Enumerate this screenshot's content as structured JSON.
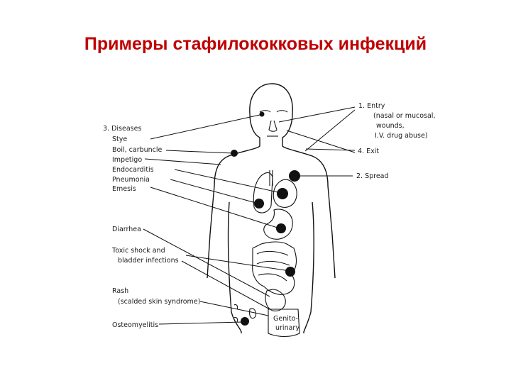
{
  "title": "Примеры стафилококковых инфекций",
  "colors": {
    "title": "#c00000",
    "ink": "#111111"
  },
  "diagram": {
    "right_labels": {
      "entry": [
        "1. Entry",
        "(nasal or mucosal,",
        "wounds,",
        "I.V. drug abuse)"
      ],
      "exit": "4. Exit",
      "spread": "2. Spread"
    },
    "left_labels": {
      "diseases_heading": "3. Diseases",
      "stye": "Stye",
      "boil": "Boil, carbuncle",
      "impetigo": "Impetigo",
      "endocarditis": "Endocarditis",
      "pneumonia": "Pneumonia",
      "emesis": "Emesis",
      "diarrhea": "Diarrhea",
      "toxic_shock": [
        "Toxic shock and",
        "bladder infections"
      ],
      "rash": [
        "Rash",
        "(scalded skin syndrome)"
      ],
      "osteomyelitis": "Osteomyelitis"
    },
    "genitourinary": [
      "Genito-",
      "urinary"
    ]
  }
}
